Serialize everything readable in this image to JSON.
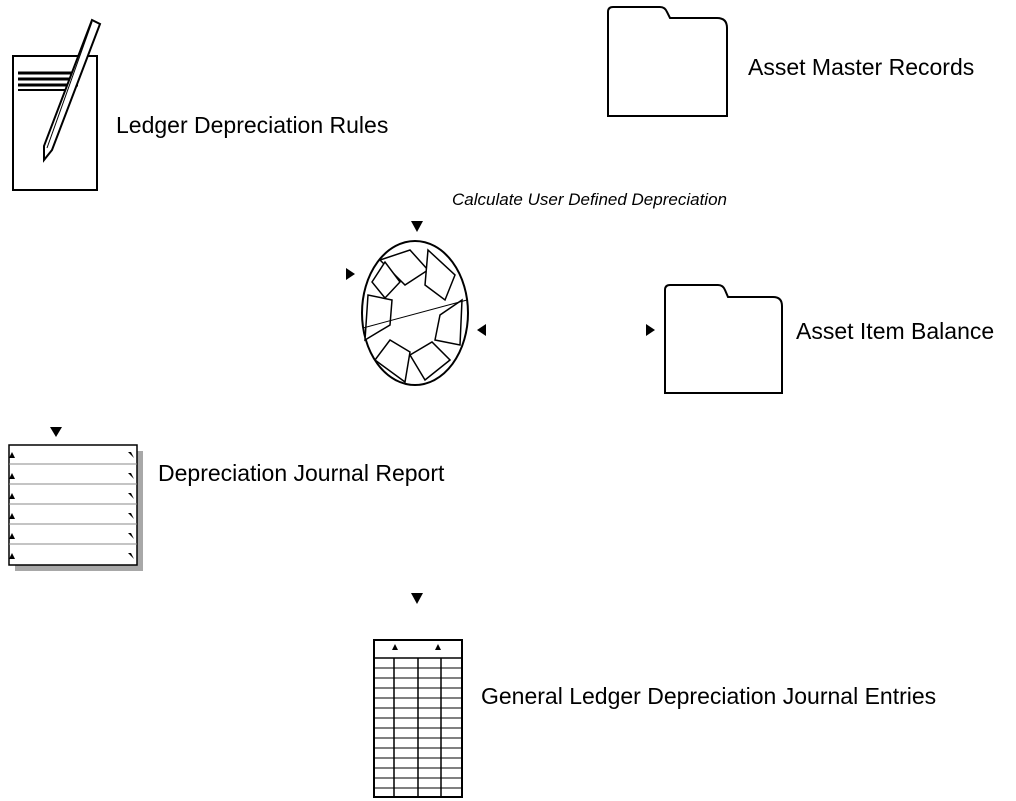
{
  "diagram": {
    "process_title": "Calculate User Defined Depreciation",
    "nodes": {
      "ledger_rules": {
        "label": "Ledger Depreciation Rules",
        "icon": "document-pencil-icon"
      },
      "asset_master": {
        "label": "Asset Master Records",
        "icon": "folder-icon"
      },
      "asset_balance": {
        "label": "Asset Item Balance",
        "icon": "folder-icon"
      },
      "journal_report": {
        "label": "Depreciation Journal Report",
        "icon": "report-icon"
      },
      "gl_entries": {
        "label": "General Ledger Depreciation Journal Entries",
        "icon": "ledger-table-icon"
      }
    },
    "process_icon": "process-wheel-icon"
  }
}
